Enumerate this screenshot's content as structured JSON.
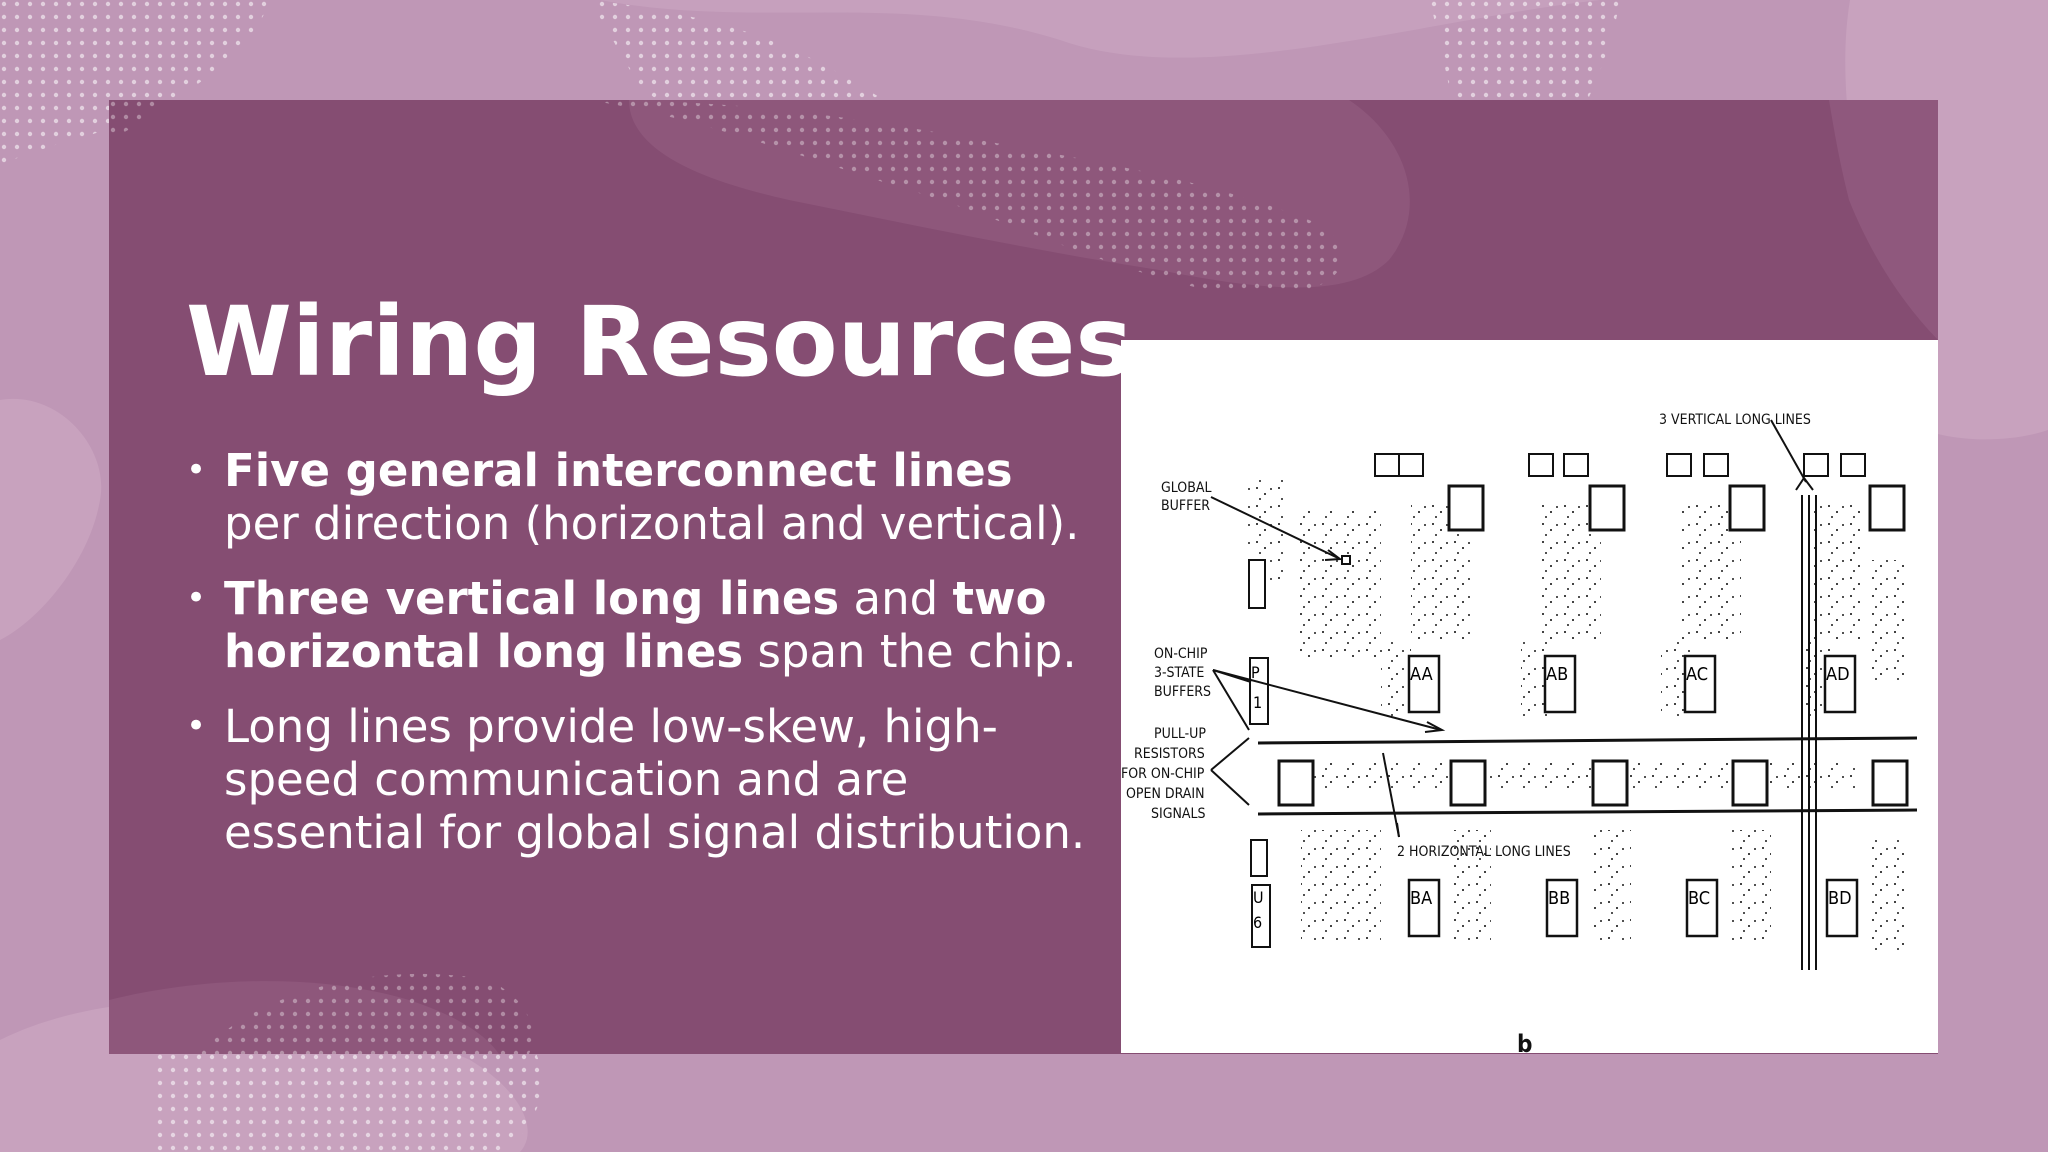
{
  "slide": {
    "title": "Wiring Resources",
    "bullets": [
      {
        "b1_bold": "Five general interconnect lines",
        "b1_rest": " per direction (horizontal and vertical)."
      },
      {
        "b2_bold1": "Three vertical long lines",
        "b2_mid": " and ",
        "b2_bold2": "two horizontal long lines",
        "b2_rest": " span the chip."
      },
      {
        "b3_text": "Long lines provide low-skew, high-speed communication and are essential for global signal distribution."
      }
    ]
  },
  "figure": {
    "labels": {
      "vertical_long_lines": "3 VERTICAL LONG LINES",
      "global_buffer_1": "GLOBAL",
      "global_buffer_2": "BUFFER",
      "onchip_1": "ON-CHIP",
      "onchip_2": "3-STATE",
      "onchip_3": "BUFFERS",
      "pullup_1": "PULL-UP",
      "pullup_2": "RESISTORS",
      "pullup_3": "FOR ON-CHIP",
      "pullup_4": "OPEN DRAIN",
      "pullup_5": "SIGNALS",
      "horizontal_long_lines": "2 HORIZONTAL LONG LINES",
      "caption": "b"
    },
    "blocks_top": [
      "AA",
      "AB",
      "AC",
      "AD"
    ],
    "blocks_bottom": [
      "BA",
      "BB",
      "BC",
      "BD"
    ],
    "io_labels": [
      "P",
      "1",
      "U",
      "6"
    ]
  },
  "colors": {
    "background": "#bf97b6",
    "panel": "#854d72",
    "text": "#ffffff"
  }
}
